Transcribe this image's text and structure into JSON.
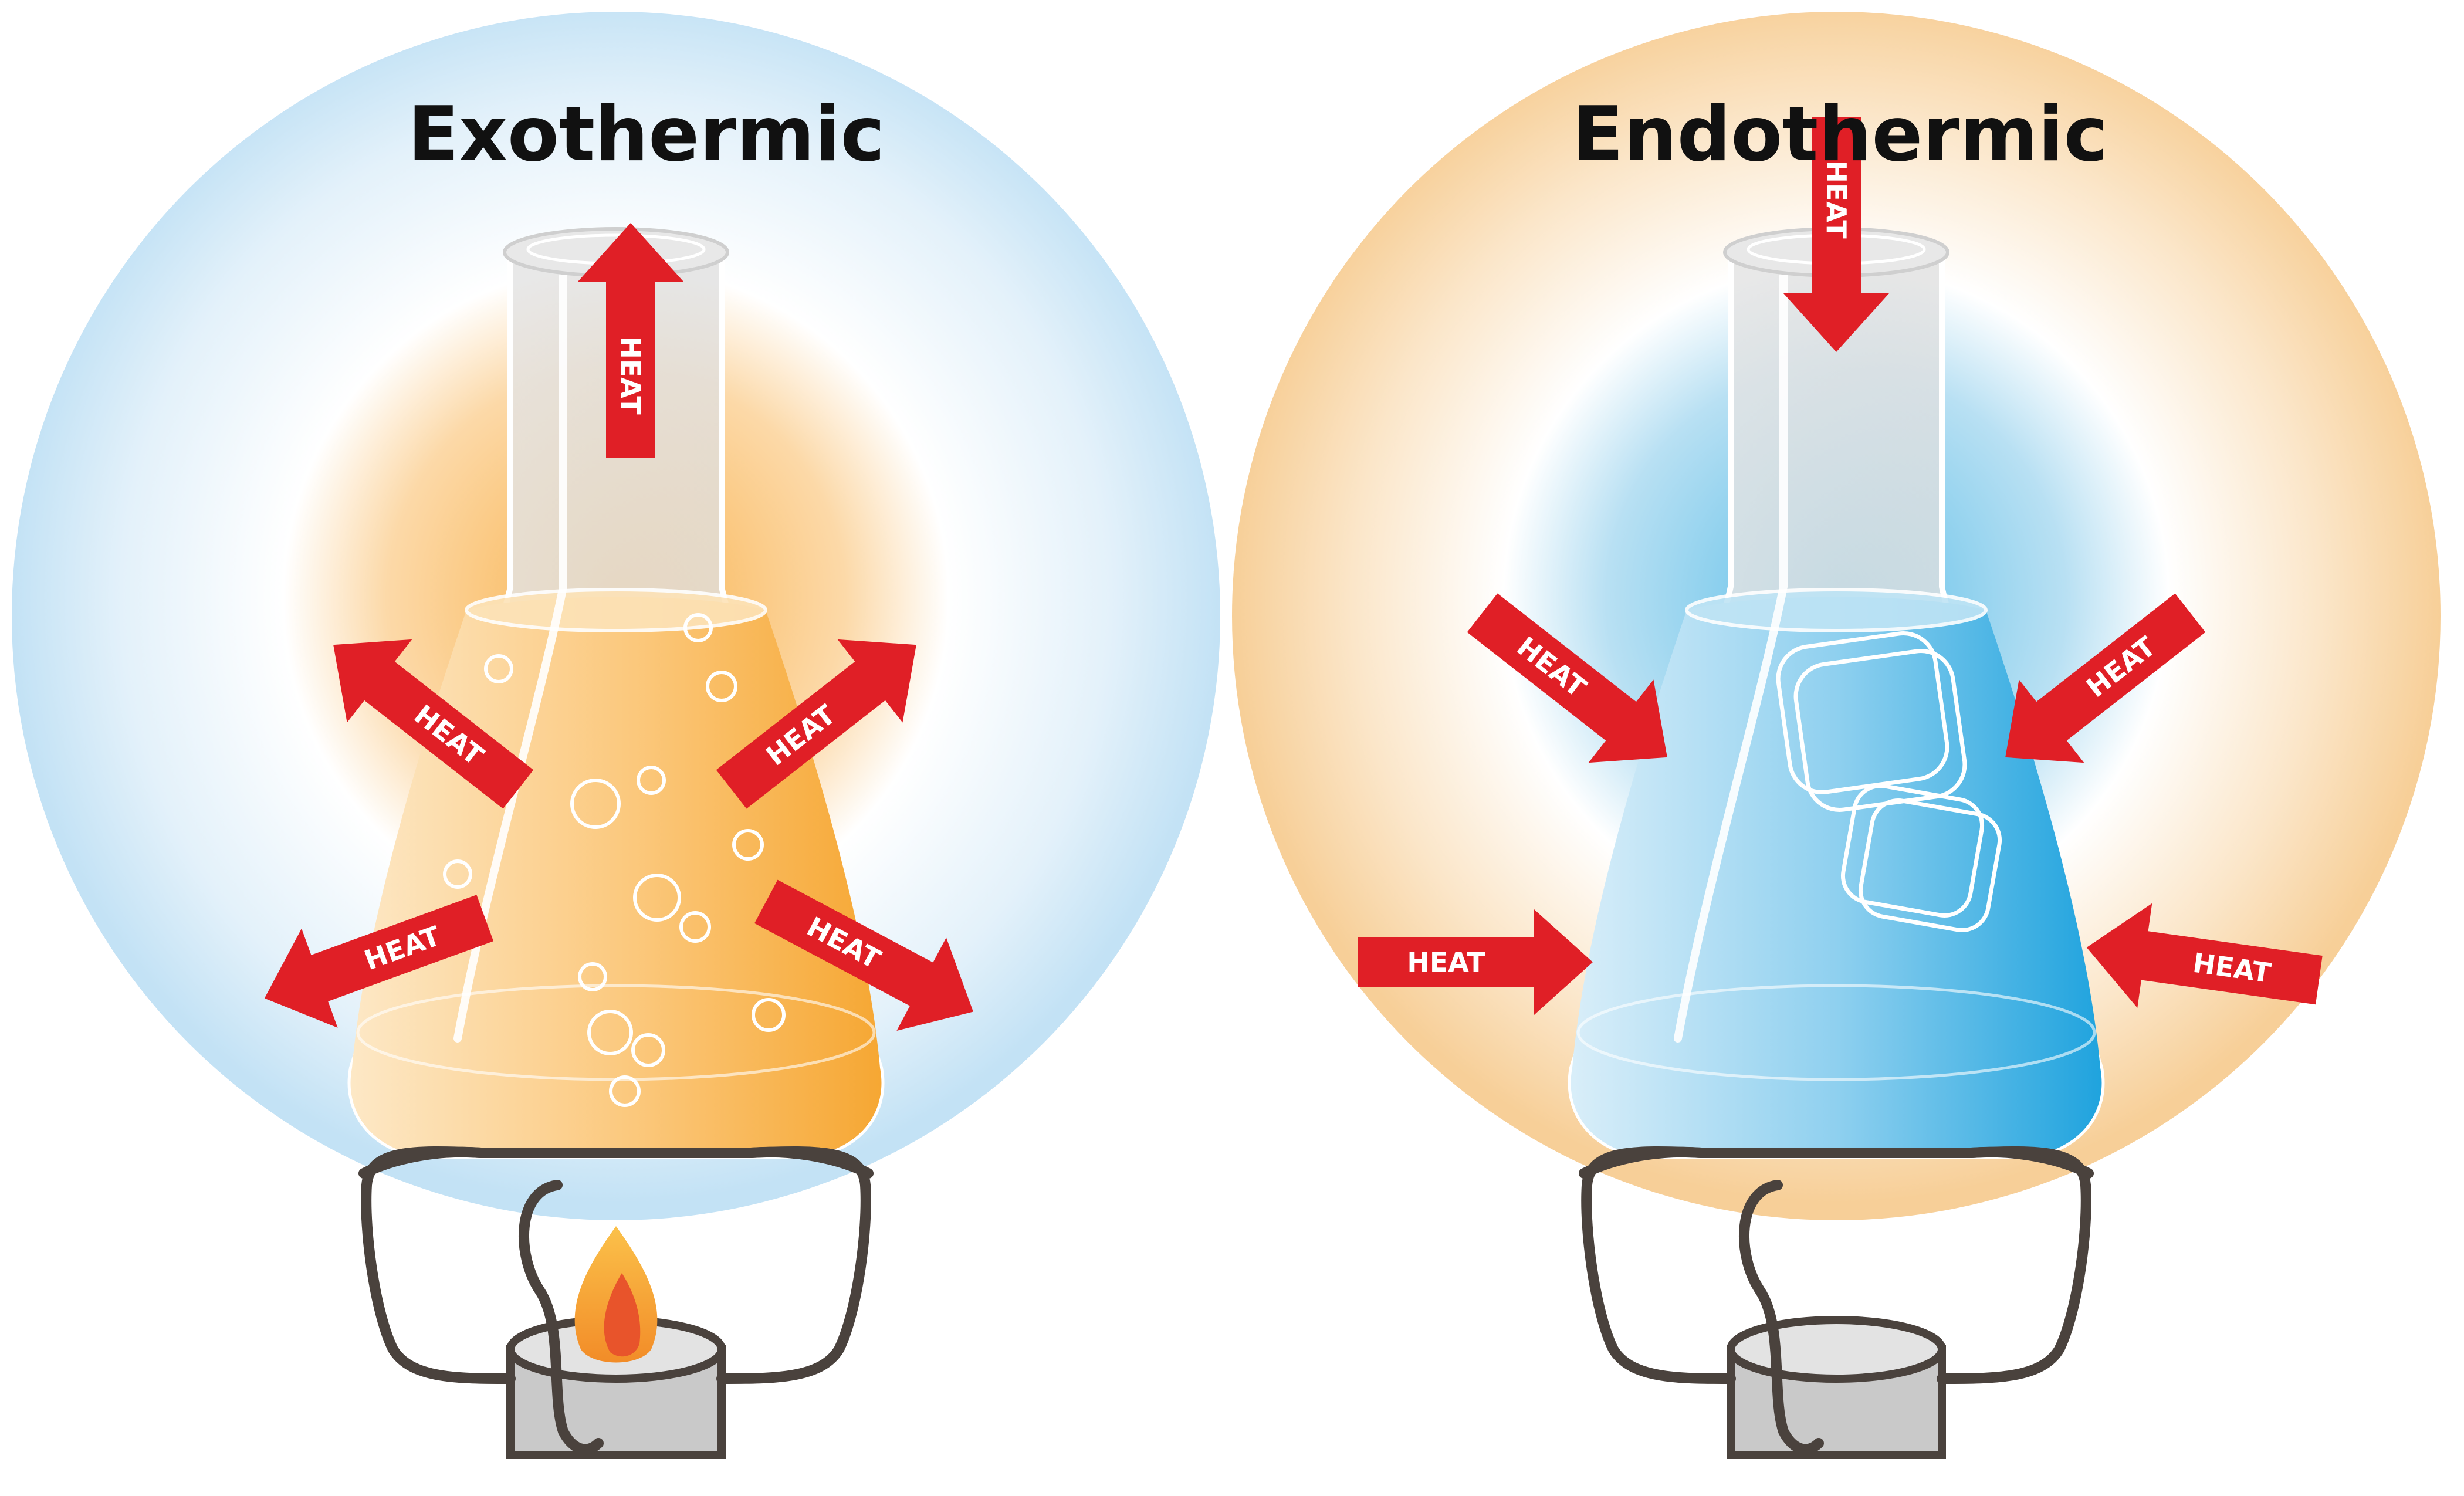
{
  "panels": {
    "exothermic": {
      "title": "Exothermic"
    },
    "endothermic": {
      "title": "Endothermic"
    }
  },
  "arrow_label": "HEAT",
  "colors": {
    "arrow": "#e01f26",
    "warm": "#f7a83a",
    "cool": "#2aa6dd",
    "stand": "#4a423d",
    "candle": "#c9c9c9"
  }
}
